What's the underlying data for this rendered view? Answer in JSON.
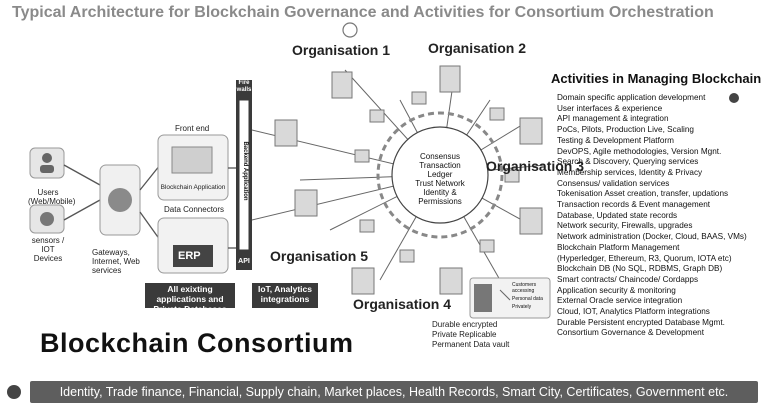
{
  "title": "Typical Architecture for Blockchain Governance and Activities for Consortium Orchestration",
  "organisations": [
    "Organisation 1",
    "Organisation 2",
    "Organisation 3",
    "Organisation 4",
    "Organisation 5"
  ],
  "left": {
    "users": "Users (Web/Mobile)",
    "sensors": "sensors / IOT Devices",
    "gateways": "Gateways, Internet, Web services",
    "front_end": "Front end",
    "blockchain_app": "Blockchain Application",
    "data_connectors": "Data Connectors",
    "erp": "ERP",
    "all_apps": "All exixting applications and Private Databases",
    "firewalls": "Fire walls",
    "backend": "Backend Application",
    "api": "API",
    "iot": "IoT, Analytics integrations"
  },
  "hub": {
    "lines": [
      "Consensus",
      "Transaction",
      "Ledger",
      "Trust Network",
      "Identity &",
      "Permissions"
    ]
  },
  "storage": {
    "label": "Durable encrypted Private Replicable Permanent Data vault",
    "customers": "Customers accessing",
    "personal": "Personal data",
    "privately": "Privately"
  },
  "activities": {
    "title": "Activities in Managing Blockchain",
    "items": [
      "Domain specific application development",
      "User interfaces & experience",
      "API management & integration",
      "PoCs, Pilots, Production Live, Scaling",
      "Testing & Development Platform",
      "DevOPS, Agile methodologies, Version Mgnt.",
      "Search & Discovery, Querying services",
      "Membership services, Identity & Privacy",
      "Consensus/ validation services",
      "Tokenisation Asset creation, transfer, updations",
      "Transaction records & Event management",
      "Database, Updated state records",
      "Network security, Firewalls, upgrades",
      "Network administration (Docker, Cloud, BAAS, VMs)",
      "Blockchain Platform Management",
      "(Hyperledger, Ethereum, R3, Quorum, IOTA etc)",
      "Blockchain DB (No SQL, RDBMS, Graph DB)",
      "Smart contracts/ Chaincode/ Cordapps",
      "Application security & monitoring",
      "External Oracle service integration",
      "Cloud, IOT, Analytics Platform integrations",
      "Durable Persistent encrypted Database Mgmt.",
      "Consortium Governance & Development"
    ]
  },
  "consortium": "Blockchain  Consortium",
  "bottom_bar": "Identity, Trade finance, Financial, Supply chain, Market places, Health Records, Smart City, Certificates, Government etc.",
  "colors": {
    "bar": "#5e5e5e",
    "title": "#8a8a8a",
    "dark": "#3a3a3a"
  }
}
